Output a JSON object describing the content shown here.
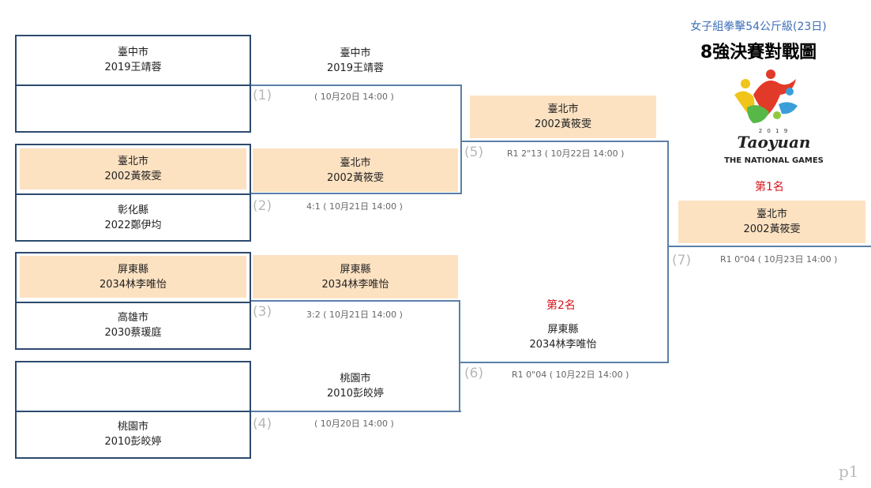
{
  "header": {
    "category": "女子組拳擊54公斤級(23日)",
    "title": "8強決賽對戰圖",
    "logo_wordmark": "Taoyuan",
    "logo_year": "2 0 1 9",
    "logo_caption": "THE NATIONAL GAMES"
  },
  "round1": [
    {
      "top": [
        "臺中市",
        "2019王靖蓉"
      ],
      "bottom": [
        "",
        ""
      ]
    },
    {
      "top": [
        "臺北市",
        "2002黃筱雯"
      ],
      "bottom": [
        "彰化縣",
        "2022鄭伊均"
      ]
    },
    {
      "top": [
        "屏東縣",
        "2034林李唯怡"
      ],
      "bottom": [
        "高雄市",
        "2030蔡瑗庭"
      ]
    },
    {
      "top": [
        "",
        ""
      ],
      "bottom": [
        "桃園市",
        "2010彭皎婷"
      ]
    }
  ],
  "round2": [
    {
      "team": "臺中市",
      "name": "2019王靖蓉"
    },
    {
      "team": "臺北市",
      "name": "2002黃筱雯"
    },
    {
      "team": "屏東縣",
      "name": "2034林李唯怡"
    },
    {
      "team": "桃園市",
      "name": "2010彭皎婷"
    }
  ],
  "matches": {
    "m1": {
      "label": "(1)",
      "info": "( 10月20日 14:00 )"
    },
    "m2": {
      "label": "(2)",
      "info": "4:1 ( 10月21日 14:00 )"
    },
    "m3": {
      "label": "(3)",
      "info": "3:2 ( 10月21日 14:00 )"
    },
    "m4": {
      "label": "(4)",
      "info": "( 10月20日 14:00 )"
    },
    "m5": {
      "label": "(5)",
      "info": "R1 2\"13 ( 10月22日 14:00 )"
    },
    "m6": {
      "label": "(6)",
      "info": "R1 0\"04 ( 10月22日 14:00 )"
    },
    "m7": {
      "label": "(7)",
      "info": "R1 0\"04 ( 10月23日 14:00 )"
    }
  },
  "semis": {
    "upper": {
      "team": "臺北市",
      "name": "2002黃筱雯"
    },
    "lower": {
      "team": "屏東縣",
      "name": "2034林李唯怡"
    }
  },
  "final": {
    "first_place_label": "第1名",
    "second_place_label": "第2名",
    "champion": {
      "team": "臺北市",
      "name": "2002黃筱雯"
    }
  },
  "page_label": "p1",
  "colors": {
    "highlight": "#fde2c2",
    "border": "#2d4a6e",
    "line": "#5b7fa8",
    "accent": "#d8141c"
  }
}
